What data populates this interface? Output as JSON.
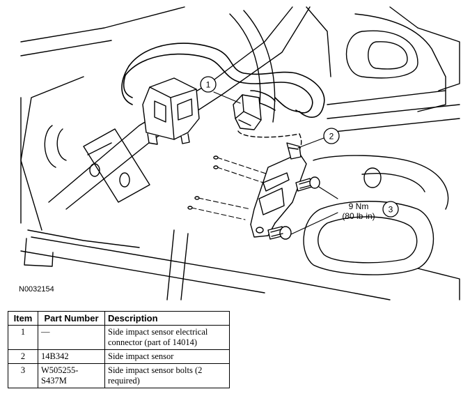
{
  "figure": {
    "id": "N0032154",
    "callouts": [
      {
        "number": "1"
      },
      {
        "number": "2"
      },
      {
        "number": "3",
        "torque_line1": "9 Nm",
        "torque_line2": "(80 lb-in)"
      }
    ]
  },
  "table": {
    "headers": {
      "item": "Item",
      "part_number": "Part Number",
      "description": "Description"
    },
    "rows": [
      {
        "item": "1",
        "part_number": "—",
        "description": "Side impact sensor electrical connector (part of 14014)"
      },
      {
        "item": "2",
        "part_number": "14B342",
        "description": "Side impact sensor"
      },
      {
        "item": "3",
        "part_number": "W505255-S437M",
        "description": "Side impact sensor bolts (2 required)"
      }
    ]
  }
}
